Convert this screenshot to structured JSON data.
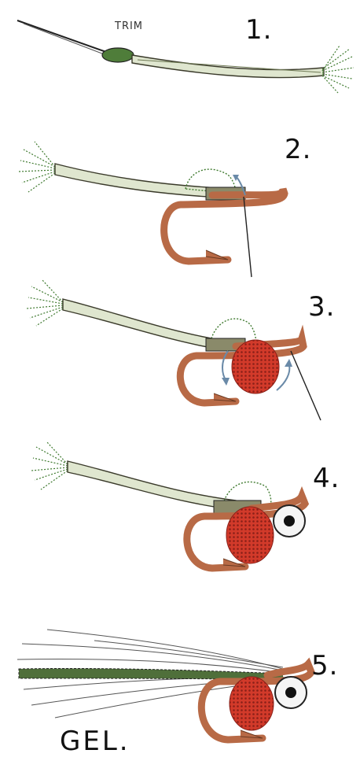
{
  "steps": [
    {
      "number": "1.",
      "note": "TRIM"
    },
    {
      "number": "2."
    },
    {
      "number": "3."
    },
    {
      "number": "4."
    },
    {
      "number": "5.",
      "note": "GEL."
    }
  ],
  "colors": {
    "ink": "#111111",
    "tube": "#dfe6cf",
    "tube_outline": "#3a3a2a",
    "wing_green": "#3f7a2f",
    "hook": "#b86a46",
    "body_red": "#d23a2a",
    "eye_white": "#f5f5f5",
    "arrow": "#6a8aa8"
  }
}
